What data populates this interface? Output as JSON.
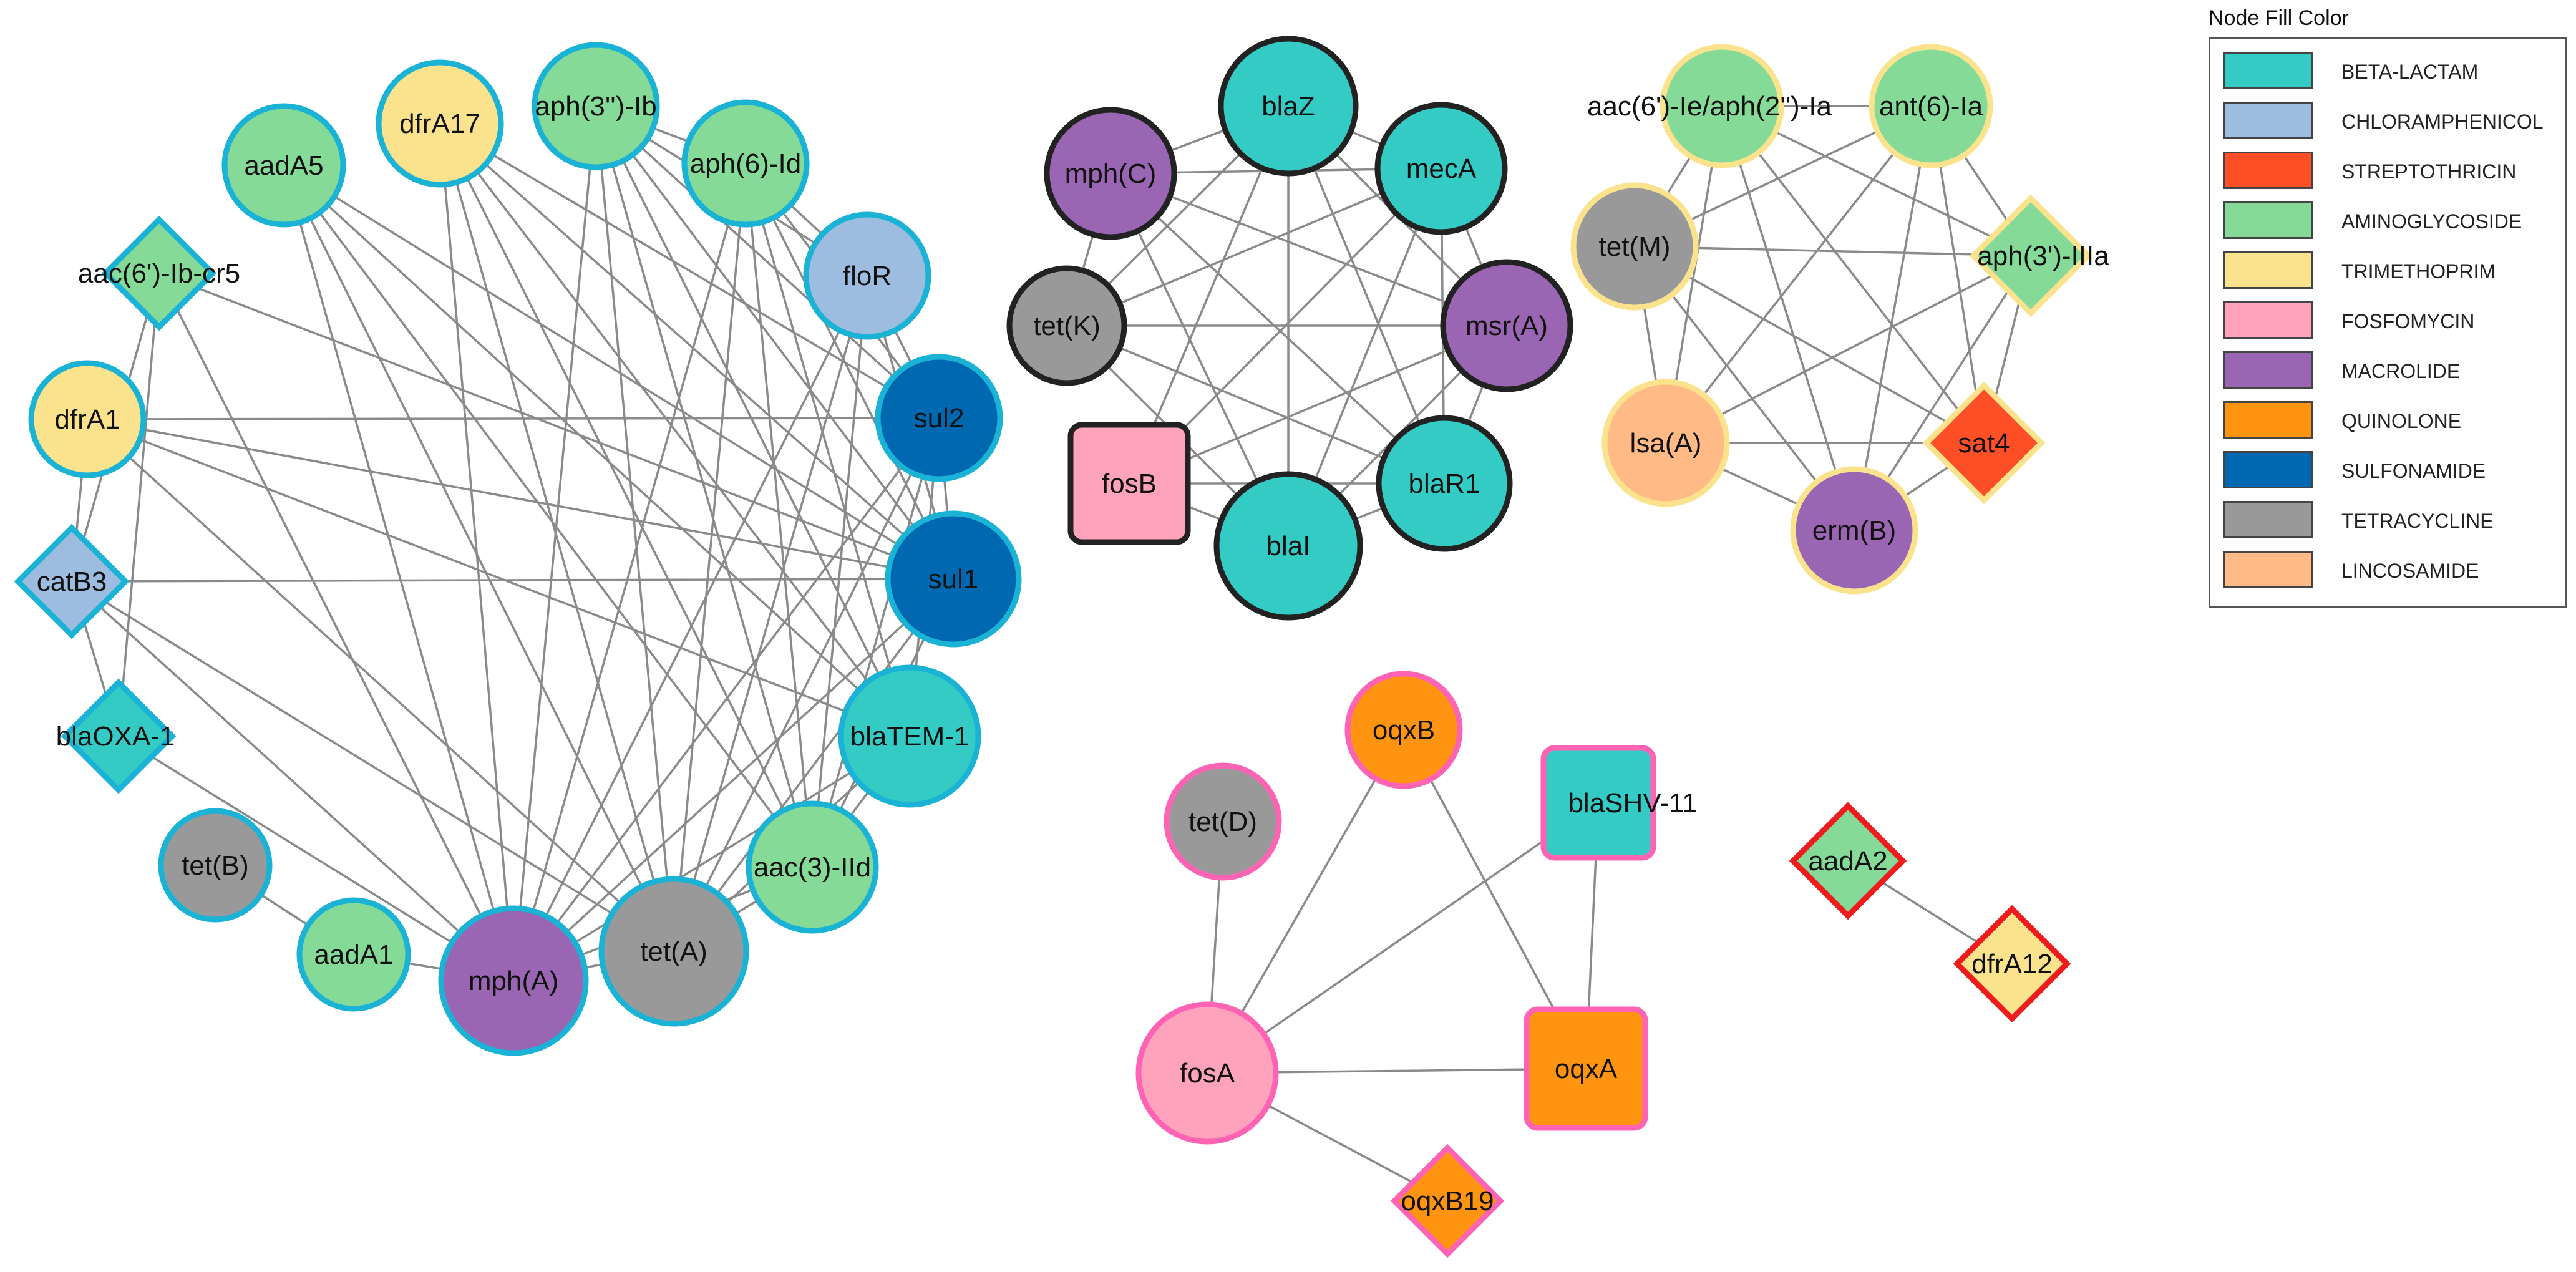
{
  "legend": {
    "title": "Node Fill Color",
    "items": [
      {
        "label": "BETA-LACTAM",
        "color": "#35CBC5"
      },
      {
        "label": "CHLORAMPHENICOL",
        "color": "#9DBDE0"
      },
      {
        "label": "STREPTOTHRICIN",
        "color": "#FF4F27"
      },
      {
        "label": "AMINOGLYCOSIDE",
        "color": "#86DA98"
      },
      {
        "label": "TRIMETHOPRIM",
        "color": "#FBE38D"
      },
      {
        "label": "FOSFOMYCIN",
        "color": "#FFA3BC"
      },
      {
        "label": "MACROLIDE",
        "color": "#9A66B4"
      },
      {
        "label": "QUINOLONE",
        "color": "#FF9410"
      },
      {
        "label": "SULFONAMIDE",
        "color": "#0068B0"
      },
      {
        "label": "TETRACYCLINE",
        "color": "#999999"
      },
      {
        "label": "LINCOSAMIDE",
        "color": "#FFBA86"
      }
    ]
  },
  "clusters": [
    {
      "name": "cluster-1",
      "border": "#1AB3D6",
      "nodes": [
        {
          "id": "aadA5",
          "cls": "AMINOGLYCOSIDE",
          "shape": "circle"
        },
        {
          "id": "dfrA17",
          "cls": "TRIMETHOPRIM",
          "shape": "circle"
        },
        {
          "id": "aph(3'')-Ib",
          "cls": "AMINOGLYCOSIDE",
          "shape": "circle"
        },
        {
          "id": "aph(6)-Id",
          "cls": "AMINOGLYCOSIDE",
          "shape": "circle"
        },
        {
          "id": "floR",
          "cls": "CHLORAMPHENICOL",
          "shape": "circle"
        },
        {
          "id": "aac(6')-Ib-cr5",
          "cls": "AMINOGLYCOSIDE",
          "shape": "diamond"
        },
        {
          "id": "dfrA1",
          "cls": "TRIMETHOPRIM",
          "shape": "circle"
        },
        {
          "id": "sul2",
          "cls": "SULFONAMIDE",
          "shape": "circle"
        },
        {
          "id": "sul1",
          "cls": "SULFONAMIDE",
          "shape": "circle"
        },
        {
          "id": "catB3",
          "cls": "CHLORAMPHENICOL",
          "shape": "diamond"
        },
        {
          "id": "blaOXA-1",
          "cls": "BETA-LACTAM",
          "shape": "diamond"
        },
        {
          "id": "blaTEM-1",
          "cls": "BETA-LACTAM",
          "shape": "circle"
        },
        {
          "id": "tet(B)",
          "cls": "TETRACYCLINE",
          "shape": "circle"
        },
        {
          "id": "aac(3)-IId",
          "cls": "AMINOGLYCOSIDE",
          "shape": "circle"
        },
        {
          "id": "aadA1",
          "cls": "AMINOGLYCOSIDE",
          "shape": "circle"
        },
        {
          "id": "mph(A)",
          "cls": "MACROLIDE",
          "shape": "circle"
        },
        {
          "id": "tet(A)",
          "cls": "TETRACYCLINE",
          "shape": "circle"
        }
      ],
      "edges": [
        [
          "aadA5",
          "mph(A)"
        ],
        [
          "aadA5",
          "tet(A)"
        ],
        [
          "aadA5",
          "aac(3)-IId"
        ],
        [
          "aadA5",
          "blaTEM-1"
        ],
        [
          "aadA5",
          "sul1"
        ],
        [
          "dfrA17",
          "mph(A)"
        ],
        [
          "dfrA17",
          "tet(A)"
        ],
        [
          "dfrA17",
          "aac(3)-IId"
        ],
        [
          "dfrA17",
          "blaTEM-1"
        ],
        [
          "dfrA17",
          "sul1"
        ],
        [
          "dfrA17",
          "sul2"
        ],
        [
          "aph(3'')-Ib",
          "mph(A)"
        ],
        [
          "aph(3'')-Ib",
          "tet(A)"
        ],
        [
          "aph(3'')-Ib",
          "aac(3)-IId"
        ],
        [
          "aph(3'')-Ib",
          "blaTEM-1"
        ],
        [
          "aph(3'')-Ib",
          "sul1"
        ],
        [
          "aph(3'')-Ib",
          "sul2"
        ],
        [
          "aph(3'')-Ib",
          "aph(6)-Id"
        ],
        [
          "aph(3'')-Ib",
          "floR"
        ],
        [
          "aph(6)-Id",
          "mph(A)"
        ],
        [
          "aph(6)-Id",
          "tet(A)"
        ],
        [
          "aph(6)-Id",
          "aac(3)-IId"
        ],
        [
          "aph(6)-Id",
          "blaTEM-1"
        ],
        [
          "aph(6)-Id",
          "sul1"
        ],
        [
          "aph(6)-Id",
          "sul2"
        ],
        [
          "aph(6)-Id",
          "floR"
        ],
        [
          "floR",
          "mph(A)"
        ],
        [
          "floR",
          "tet(A)"
        ],
        [
          "floR",
          "aac(3)-IId"
        ],
        [
          "floR",
          "sul1"
        ],
        [
          "floR",
          "sul2"
        ],
        [
          "aac(6')-Ib-cr5",
          "mph(A)"
        ],
        [
          "aac(6')-Ib-cr5",
          "sul1"
        ],
        [
          "aac(6')-Ib-cr5",
          "catB3"
        ],
        [
          "aac(6')-Ib-cr5",
          "blaOXA-1"
        ],
        [
          "dfrA1",
          "sul1"
        ],
        [
          "dfrA1",
          "sul2"
        ],
        [
          "dfrA1",
          "blaTEM-1"
        ],
        [
          "dfrA1",
          "tet(A)"
        ],
        [
          "dfrA1",
          "catB3"
        ],
        [
          "sul2",
          "mph(A)"
        ],
        [
          "sul2",
          "tet(A)"
        ],
        [
          "sul2",
          "aac(3)-IId"
        ],
        [
          "sul2",
          "blaTEM-1"
        ],
        [
          "sul2",
          "sul1"
        ],
        [
          "sul1",
          "mph(A)"
        ],
        [
          "sul1",
          "tet(A)"
        ],
        [
          "sul1",
          "aac(3)-IId"
        ],
        [
          "sul1",
          "catB3"
        ],
        [
          "catB3",
          "blaOXA-1"
        ],
        [
          "catB3",
          "mph(A)"
        ],
        [
          "catB3",
          "tet(A)"
        ],
        [
          "blaOXA-1",
          "mph(A)"
        ],
        [
          "blaTEM-1",
          "mph(A)"
        ],
        [
          "blaTEM-1",
          "tet(A)"
        ],
        [
          "blaTEM-1",
          "aac(3)-IId"
        ],
        [
          "aac(3)-IId",
          "mph(A)"
        ],
        [
          "aac(3)-IId",
          "tet(A)"
        ],
        [
          "tet(B)",
          "aadA1"
        ],
        [
          "aadA1",
          "mph(A)"
        ],
        [
          "tet(A)",
          "mph(A)"
        ]
      ]
    },
    {
      "name": "cluster-2",
      "border": "#222222",
      "nodes": [
        {
          "id": "blaZ",
          "cls": "BETA-LACTAM",
          "shape": "circle"
        },
        {
          "id": "mph(C)",
          "cls": "MACROLIDE",
          "shape": "circle"
        },
        {
          "id": "mecA",
          "cls": "BETA-LACTAM",
          "shape": "circle"
        },
        {
          "id": "tet(K)",
          "cls": "TETRACYCLINE",
          "shape": "circle"
        },
        {
          "id": "msr(A)",
          "cls": "MACROLIDE",
          "shape": "circle"
        },
        {
          "id": "fosB",
          "cls": "FOSFOMYCIN",
          "shape": "square"
        },
        {
          "id": "blaR1",
          "cls": "BETA-LACTAM",
          "shape": "circle"
        },
        {
          "id": "blaI",
          "cls": "BETA-LACTAM",
          "shape": "circle"
        }
      ],
      "edges": [
        [
          "blaZ",
          "mph(C)"
        ],
        [
          "blaZ",
          "mecA"
        ],
        [
          "blaZ",
          "blaI"
        ],
        [
          "blaZ",
          "blaR1"
        ],
        [
          "blaZ",
          "fosB"
        ],
        [
          "blaZ",
          "msr(A)"
        ],
        [
          "blaZ",
          "tet(K)"
        ],
        [
          "mph(C)",
          "mecA"
        ],
        [
          "mph(C)",
          "msr(A)"
        ],
        [
          "mph(C)",
          "blaR1"
        ],
        [
          "mph(C)",
          "blaI"
        ],
        [
          "mph(C)",
          "tet(K)"
        ],
        [
          "mecA",
          "msr(A)"
        ],
        [
          "mecA",
          "blaR1"
        ],
        [
          "mecA",
          "blaI"
        ],
        [
          "mecA",
          "tet(K)"
        ],
        [
          "mecA",
          "fosB"
        ],
        [
          "tet(K)",
          "msr(A)"
        ],
        [
          "tet(K)",
          "blaI"
        ],
        [
          "tet(K)",
          "blaR1"
        ],
        [
          "msr(A)",
          "blaR1"
        ],
        [
          "msr(A)",
          "blaI"
        ],
        [
          "msr(A)",
          "fosB"
        ],
        [
          "fosB",
          "blaI"
        ],
        [
          "fosB",
          "blaR1"
        ],
        [
          "blaR1",
          "blaI"
        ]
      ]
    },
    {
      "name": "cluster-3",
      "border": "#FBE38D",
      "nodes": [
        {
          "id": "aac(6')-Ie/aph(2'')-Ia",
          "cls": "AMINOGLYCOSIDE",
          "shape": "circle"
        },
        {
          "id": "ant(6)-Ia",
          "cls": "AMINOGLYCOSIDE",
          "shape": "circle"
        },
        {
          "id": "tet(M)",
          "cls": "TETRACYCLINE",
          "shape": "circle"
        },
        {
          "id": "aph(3')-IIIa",
          "cls": "AMINOGLYCOSIDE",
          "shape": "diamond"
        },
        {
          "id": "lsa(A)",
          "cls": "LINCOSAMIDE",
          "shape": "circle"
        },
        {
          "id": "sat4",
          "cls": "STREPTOTHRICIN",
          "shape": "diamond"
        },
        {
          "id": "erm(B)",
          "cls": "MACROLIDE",
          "shape": "circle"
        }
      ],
      "edges": [
        [
          "aac(6')-Ie/aph(2'')-Ia",
          "ant(6)-Ia"
        ],
        [
          "aac(6')-Ie/aph(2'')-Ia",
          "tet(M)"
        ],
        [
          "aac(6')-Ie/aph(2'')-Ia",
          "aph(3')-IIIa"
        ],
        [
          "aac(6')-Ie/aph(2'')-Ia",
          "lsa(A)"
        ],
        [
          "aac(6')-Ie/aph(2'')-Ia",
          "sat4"
        ],
        [
          "aac(6')-Ie/aph(2'')-Ia",
          "erm(B)"
        ],
        [
          "ant(6)-Ia",
          "tet(M)"
        ],
        [
          "ant(6)-Ia",
          "aph(3')-IIIa"
        ],
        [
          "ant(6)-Ia",
          "lsa(A)"
        ],
        [
          "ant(6)-Ia",
          "sat4"
        ],
        [
          "ant(6)-Ia",
          "erm(B)"
        ],
        [
          "tet(M)",
          "aph(3')-IIIa"
        ],
        [
          "tet(M)",
          "lsa(A)"
        ],
        [
          "tet(M)",
          "sat4"
        ],
        [
          "tet(M)",
          "erm(B)"
        ],
        [
          "aph(3')-IIIa",
          "lsa(A)"
        ],
        [
          "aph(3')-IIIa",
          "sat4"
        ],
        [
          "aph(3')-IIIa",
          "erm(B)"
        ],
        [
          "lsa(A)",
          "sat4"
        ],
        [
          "lsa(A)",
          "erm(B)"
        ],
        [
          "sat4",
          "erm(B)"
        ]
      ]
    },
    {
      "name": "cluster-4",
      "border": "#FF64B4",
      "nodes": [
        {
          "id": "oqxB",
          "cls": "QUINOLONE",
          "shape": "circle"
        },
        {
          "id": "tet(D)",
          "cls": "TETRACYCLINE",
          "shape": "circle"
        },
        {
          "id": "blaSHV-11",
          "cls": "BETA-LACTAM",
          "shape": "square"
        },
        {
          "id": "fosA",
          "cls": "FOSFOMYCIN",
          "shape": "circle"
        },
        {
          "id": "oqxA",
          "cls": "QUINOLONE",
          "shape": "square"
        },
        {
          "id": "oqxB19",
          "cls": "QUINOLONE",
          "shape": "diamond"
        }
      ],
      "edges": [
        [
          "oqxB",
          "fosA"
        ],
        [
          "oqxB",
          "oqxA"
        ],
        [
          "tet(D)",
          "fosA"
        ],
        [
          "blaSHV-11",
          "fosA"
        ],
        [
          "blaSHV-11",
          "oqxA"
        ],
        [
          "fosA",
          "oqxA"
        ],
        [
          "fosA",
          "oqxB19"
        ]
      ]
    },
    {
      "name": "cluster-5",
      "border": "#EE1C1C",
      "nodes": [
        {
          "id": "aadA2",
          "cls": "AMINOGLYCOSIDE",
          "shape": "diamond"
        },
        {
          "id": "dfrA12",
          "cls": "TRIMETHOPRIM",
          "shape": "diamond"
        }
      ],
      "edges": [
        [
          "aadA2",
          "dfrA12"
        ]
      ]
    }
  ]
}
